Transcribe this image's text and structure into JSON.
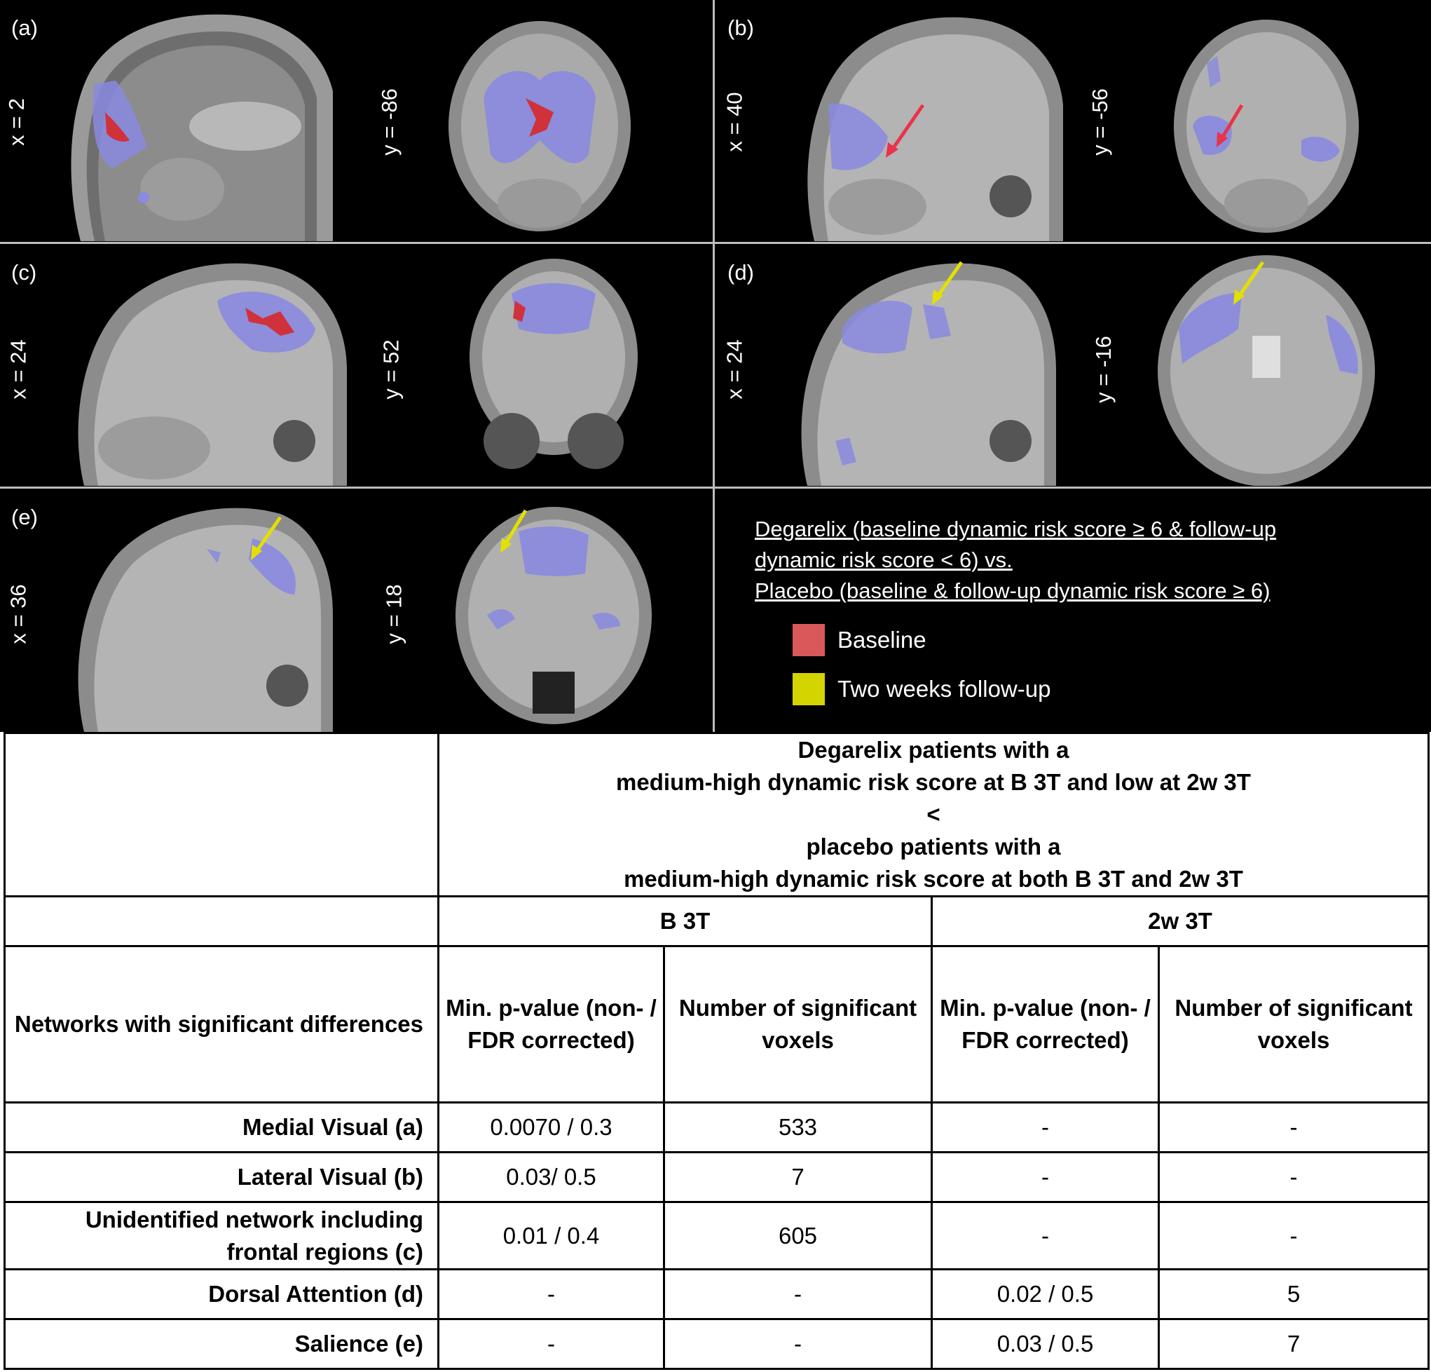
{
  "panels": [
    {
      "label": "(a)",
      "coord1": "x = 2",
      "coord2": "y = -86"
    },
    {
      "label": "(b)",
      "coord1": "x = 40",
      "coord2": "y = -56"
    },
    {
      "label": "(c)",
      "coord1": "x = 24",
      "coord2": "y = 52"
    },
    {
      "label": "(d)",
      "coord1": "x = 24",
      "coord2": "y = -16"
    },
    {
      "label": "(e)",
      "coord1": "x = 36",
      "coord2": "y = 18"
    }
  ],
  "legend": {
    "lines": [
      "Degarelix (baseline dynamic risk score ≥ 6 & follow-up",
      "dynamic risk score < 6) vs.",
      "Placebo (baseline & follow-up dynamic risk score ≥ 6)"
    ],
    "items": [
      {
        "label": "Baseline",
        "color": "#d9585a"
      },
      {
        "label": "Two weeks follow-up",
        "color": "#d4d400"
      }
    ]
  },
  "colors": {
    "overlay": "#8a8ae0",
    "highlight": "#d0323c",
    "arrow_red": "#e8334a",
    "arrow_yellow": "#e3e000"
  },
  "table": {
    "header_lines": [
      "Degarelix patients with a",
      "medium-high dynamic risk score at B 3T and low at 2w 3T",
      "<",
      "placebo patients with a",
      "medium-high dynamic risk score at both B 3T and 2w 3T"
    ],
    "groups": [
      "B 3T",
      "2w 3T"
    ],
    "row_header": "Networks with significant differences",
    "col_pvalue": "Min. p-value (non- / FDR corrected)",
    "col_voxels": "Number of significant voxels",
    "rows": [
      {
        "network": "Medial Visual (a)",
        "b_p": "0.0070 / 0.3",
        "b_v": "533",
        "w_p": "-",
        "w_v": "-"
      },
      {
        "network": "Lateral Visual (b)",
        "b_p": "0.03/ 0.5",
        "b_v": "7",
        "w_p": "-",
        "w_v": "-"
      },
      {
        "network": "Unidentified network including frontal regions (c)",
        "b_p": "0.01 / 0.4",
        "b_v": "605",
        "w_p": "-",
        "w_v": "-"
      },
      {
        "network": "Dorsal Attention (d)",
        "b_p": "-",
        "b_v": "-",
        "w_p": "0.02 / 0.5",
        "w_v": "5"
      },
      {
        "network": "Salience (e)",
        "b_p": "-",
        "b_v": "-",
        "w_p": "0.03 / 0.5",
        "w_v": "7"
      }
    ]
  }
}
